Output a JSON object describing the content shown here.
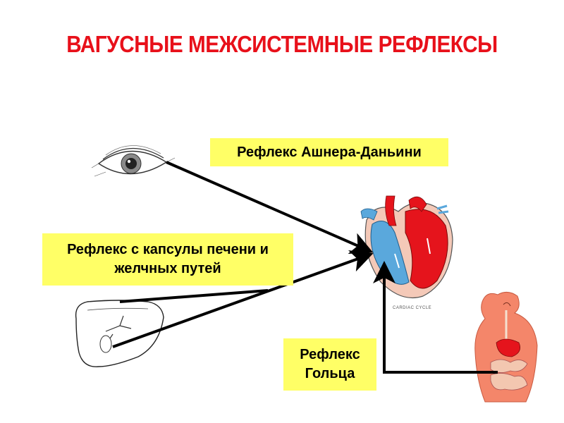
{
  "title": "ВАГУСНЫЕ МЕЖСИСТЕМНЫЕ РЕФЛЕКСЫ",
  "labels": {
    "ashner": "Рефлекс Ашнера-Даньини",
    "liver_line1": "Рефлекс с капсулы печени и",
    "liver_line2": "желчных путей",
    "goltz_line1": "Рефлекс",
    "goltz_line2": "Гольца"
  },
  "heart_caption": "CARDIAC CYCLE",
  "colors": {
    "title": "#e8101a",
    "label_background": "#ffff66",
    "arrow": "#000000",
    "heart_red": "#e5141c",
    "heart_blue": "#5aa8dc",
    "body": "#f4866a"
  },
  "icons": [
    "eye-icon",
    "heart-icon",
    "liver-icon",
    "digestive-system-icon"
  ]
}
